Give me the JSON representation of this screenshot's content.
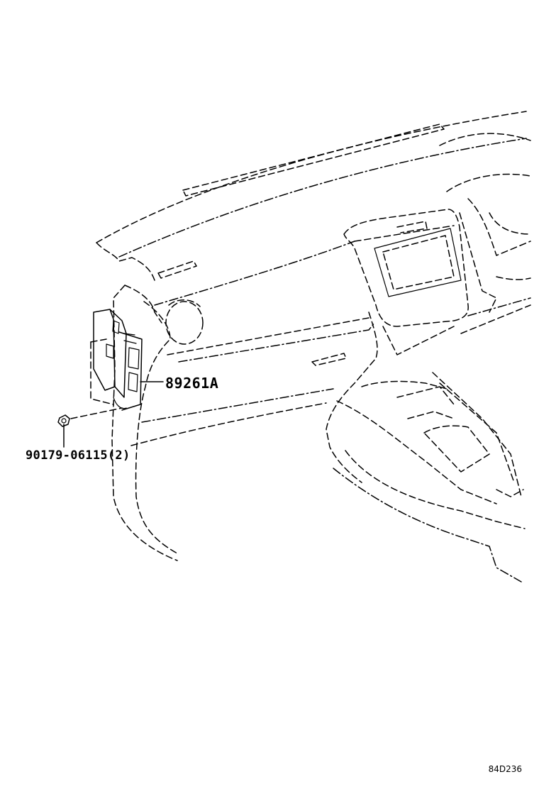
{
  "diagram": {
    "parts": [
      {
        "part_number": "89261A"
      },
      {
        "part_number": "90179-06115(2)"
      }
    ],
    "figure_code": "84D236"
  }
}
